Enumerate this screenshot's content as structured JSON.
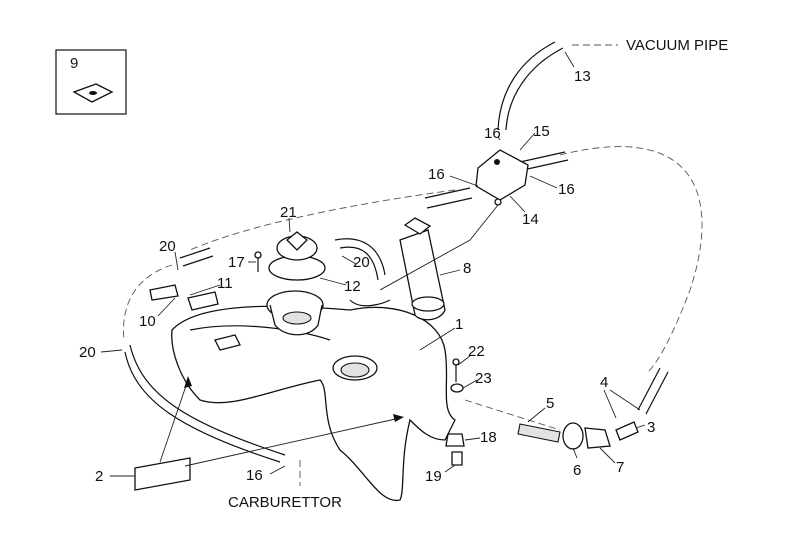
{
  "diagram": {
    "inset_label": "9",
    "callouts": {
      "vacuum_pipe": "VACUUM PIPE",
      "carburettor": "CARBURETTOR"
    },
    "part_numbers": [
      {
        "id": "p13",
        "text": "13"
      },
      {
        "id": "p16a",
        "text": "16"
      },
      {
        "id": "p15",
        "text": "15"
      },
      {
        "id": "p16b",
        "text": "16"
      },
      {
        "id": "p16c",
        "text": "16"
      },
      {
        "id": "p14",
        "text": "14"
      },
      {
        "id": "p21",
        "text": "21"
      },
      {
        "id": "p20a",
        "text": "20"
      },
      {
        "id": "p17",
        "text": "17"
      },
      {
        "id": "p20b",
        "text": "20"
      },
      {
        "id": "p11",
        "text": "11"
      },
      {
        "id": "p12",
        "text": "12"
      },
      {
        "id": "p8",
        "text": "8"
      },
      {
        "id": "p10",
        "text": "10"
      },
      {
        "id": "p1",
        "text": "1"
      },
      {
        "id": "p20c",
        "text": "20"
      },
      {
        "id": "p22",
        "text": "22"
      },
      {
        "id": "p23",
        "text": "23"
      },
      {
        "id": "p4",
        "text": "4"
      },
      {
        "id": "p5",
        "text": "5"
      },
      {
        "id": "p3",
        "text": "3"
      },
      {
        "id": "p18",
        "text": "18"
      },
      {
        "id": "p6",
        "text": "6"
      },
      {
        "id": "p7",
        "text": "7"
      },
      {
        "id": "p2",
        "text": "2"
      },
      {
        "id": "p16d",
        "text": "16"
      },
      {
        "id": "p19",
        "text": "19"
      }
    ]
  }
}
